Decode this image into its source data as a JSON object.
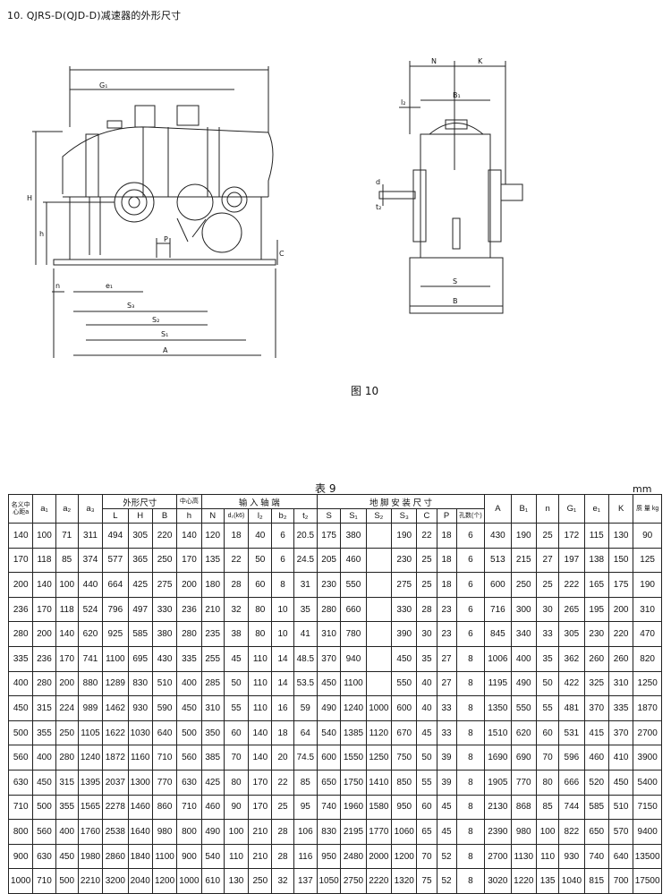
{
  "heading": "10. QJRS-D(QJD-D)减速器的外形尺寸",
  "figure_caption": "图 10",
  "drawing_labels": {
    "G1": "G₁",
    "H": "H",
    "h": "h",
    "P": "P",
    "e1": "e₁",
    "S3": "S₃",
    "S2": "S₂",
    "S1": "S₁",
    "A": "A",
    "n": "n",
    "C": "C",
    "N": "N",
    "K": "K",
    "B1": "B₁",
    "l2": "l₂",
    "t2": "t₂",
    "d": "d",
    "S": "S",
    "B": "B"
  },
  "table": {
    "title": "表 9",
    "unit": "mm",
    "header": {
      "a_total": "名义中心距a",
      "a1": "a₁",
      "a2": "a₂",
      "a3": "a₃",
      "outline_group": "外形尺寸",
      "center_height_group": "中心高",
      "input_group": "输 入 轴 端",
      "foot_group": "地 脚 安 装 尺 寸",
      "L": "L",
      "H": "H",
      "B": "B",
      "h": "h",
      "N": "N",
      "d2": "d₂(k6)",
      "l2": "l₂",
      "b2": "b₂",
      "t2": "t₂",
      "S": "S",
      "S1": "S₁",
      "S2": "S₂",
      "S3": "S₃",
      "C": "C",
      "P": "P",
      "holes": "孔数(个)",
      "A": "A",
      "B1": "B₁",
      "n": "n",
      "G1": "G₁",
      "e1": "e₁",
      "K": "K",
      "mass": "质 量 kg"
    },
    "rows": [
      [
        "140",
        "100",
        "71",
        "311",
        "494",
        "305",
        "220",
        "140",
        "120",
        "18",
        "40",
        "6",
        "20.5",
        "175",
        "380",
        "",
        "190",
        "22",
        "18",
        "6",
        "430",
        "190",
        "25",
        "172",
        "115",
        "130",
        "90"
      ],
      [
        "170",
        "118",
        "85",
        "374",
        "577",
        "365",
        "250",
        "170",
        "135",
        "22",
        "50",
        "6",
        "24.5",
        "205",
        "460",
        "",
        "230",
        "25",
        "18",
        "6",
        "513",
        "215",
        "27",
        "197",
        "138",
        "150",
        "125"
      ],
      [
        "200",
        "140",
        "100",
        "440",
        "664",
        "425",
        "275",
        "200",
        "180",
        "28",
        "60",
        "8",
        "31",
        "230",
        "550",
        "",
        "275",
        "25",
        "18",
        "6",
        "600",
        "250",
        "25",
        "222",
        "165",
        "175",
        "190"
      ],
      [
        "236",
        "170",
        "118",
        "524",
        "796",
        "497",
        "330",
        "236",
        "210",
        "32",
        "80",
        "10",
        "35",
        "280",
        "660",
        "",
        "330",
        "28",
        "23",
        "6",
        "716",
        "300",
        "30",
        "265",
        "195",
        "200",
        "310"
      ],
      [
        "280",
        "200",
        "140",
        "620",
        "925",
        "585",
        "380",
        "280",
        "235",
        "38",
        "80",
        "10",
        "41",
        "310",
        "780",
        "",
        "390",
        "30",
        "23",
        "6",
        "845",
        "340",
        "33",
        "305",
        "230",
        "220",
        "470"
      ],
      [
        "335",
        "236",
        "170",
        "741",
        "1100",
        "695",
        "430",
        "335",
        "255",
        "45",
        "110",
        "14",
        "48.5",
        "370",
        "940",
        "",
        "450",
        "35",
        "27",
        "8",
        "1006",
        "400",
        "35",
        "362",
        "260",
        "260",
        "820"
      ],
      [
        "400",
        "280",
        "200",
        "880",
        "1289",
        "830",
        "510",
        "400",
        "285",
        "50",
        "110",
        "14",
        "53.5",
        "450",
        "1100",
        "",
        "550",
        "40",
        "27",
        "8",
        "1195",
        "490",
        "50",
        "422",
        "325",
        "310",
        "1250"
      ],
      [
        "450",
        "315",
        "224",
        "989",
        "1462",
        "930",
        "590",
        "450",
        "310",
        "55",
        "110",
        "16",
        "59",
        "490",
        "1240",
        "1000",
        "600",
        "40",
        "33",
        "8",
        "1350",
        "550",
        "55",
        "481",
        "370",
        "335",
        "1870"
      ],
      [
        "500",
        "355",
        "250",
        "1105",
        "1622",
        "1030",
        "640",
        "500",
        "350",
        "60",
        "140",
        "18",
        "64",
        "540",
        "1385",
        "1120",
        "670",
        "45",
        "33",
        "8",
        "1510",
        "620",
        "60",
        "531",
        "415",
        "370",
        "2700"
      ],
      [
        "560",
        "400",
        "280",
        "1240",
        "1872",
        "1160",
        "710",
        "560",
        "385",
        "70",
        "140",
        "20",
        "74.5",
        "600",
        "1550",
        "1250",
        "750",
        "50",
        "39",
        "8",
        "1690",
        "690",
        "70",
        "596",
        "460",
        "410",
        "3900"
      ],
      [
        "630",
        "450",
        "315",
        "1395",
        "2037",
        "1300",
        "770",
        "630",
        "425",
        "80",
        "170",
        "22",
        "85",
        "650",
        "1750",
        "1410",
        "850",
        "55",
        "39",
        "8",
        "1905",
        "770",
        "80",
        "666",
        "520",
        "450",
        "5400"
      ],
      [
        "710",
        "500",
        "355",
        "1565",
        "2278",
        "1460",
        "860",
        "710",
        "460",
        "90",
        "170",
        "25",
        "95",
        "740",
        "1960",
        "1580",
        "950",
        "60",
        "45",
        "8",
        "2130",
        "868",
        "85",
        "744",
        "585",
        "510",
        "7150"
      ],
      [
        "800",
        "560",
        "400",
        "1760",
        "2538",
        "1640",
        "980",
        "800",
        "490",
        "100",
        "210",
        "28",
        "106",
        "830",
        "2195",
        "1770",
        "1060",
        "65",
        "45",
        "8",
        "2390",
        "980",
        "100",
        "822",
        "650",
        "570",
        "9400"
      ],
      [
        "900",
        "630",
        "450",
        "1980",
        "2860",
        "1840",
        "1100",
        "900",
        "540",
        "110",
        "210",
        "28",
        "116",
        "950",
        "2480",
        "2000",
        "1200",
        "70",
        "52",
        "8",
        "2700",
        "1130",
        "110",
        "930",
        "740",
        "640",
        "13500"
      ],
      [
        "1000",
        "710",
        "500",
        "2210",
        "3200",
        "2040",
        "1200",
        "1000",
        "610",
        "130",
        "250",
        "32",
        "137",
        "1050",
        "2750",
        "2220",
        "1320",
        "75",
        "52",
        "8",
        "3020",
        "1220",
        "135",
        "1040",
        "815",
        "700",
        "17500"
      ]
    ]
  }
}
